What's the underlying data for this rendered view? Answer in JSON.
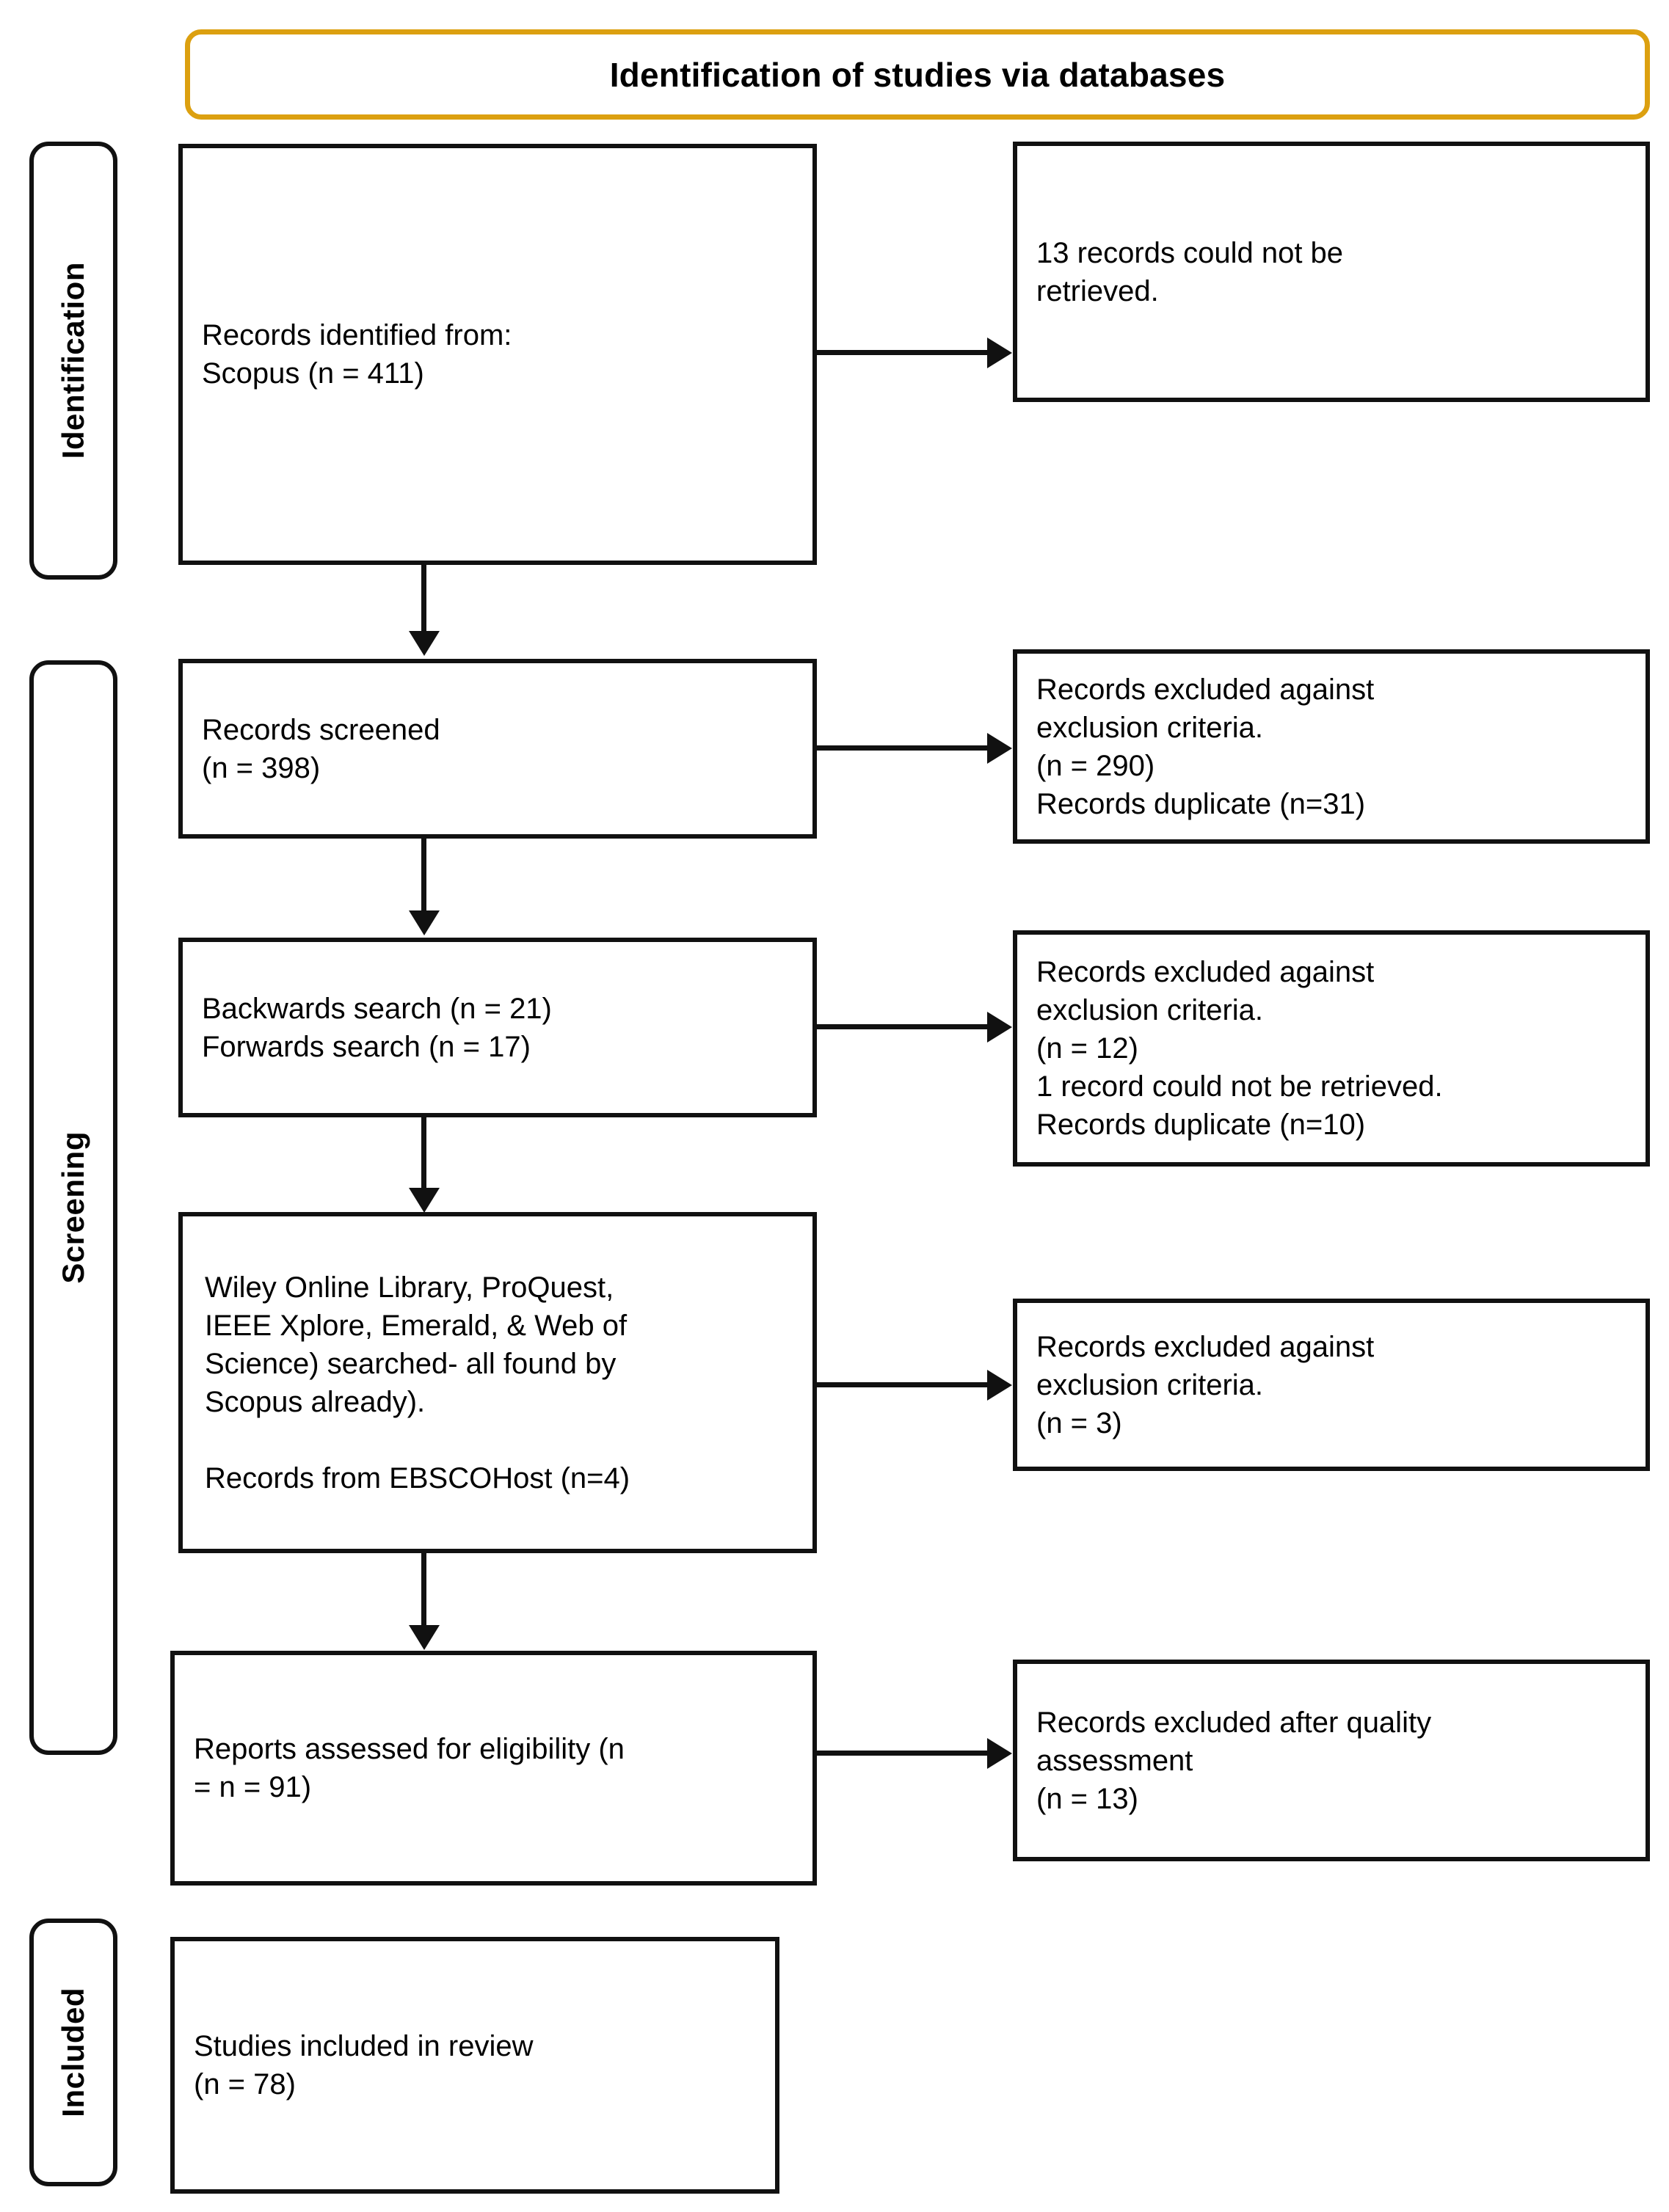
{
  "header": {
    "title": "Identification of studies via databases",
    "accent_color": "#DCA010"
  },
  "phases": [
    {
      "id": "identification",
      "label": "Identification"
    },
    {
      "id": "screening",
      "label": "Screening"
    },
    {
      "id": "included",
      "label": "Included"
    }
  ],
  "boxes": {
    "records_identified": {
      "text": "Records identified from:\n   Scopus (n = 411)"
    },
    "not_retrieved": {
      "text": "13 records could not be\nretrieved."
    },
    "records_screened": {
      "text": "Records screened\n(n = 398)"
    },
    "screened_excluded": {
      "text": "Records excluded against\nexclusion criteria.\n(n = 290)\nRecords duplicate (n=31)"
    },
    "citation_search": {
      "text": "Backwards search (n = 21)\nForwards search (n = 17)"
    },
    "citation_excluded": {
      "text": "Records excluded against\nexclusion criteria.\n(n = 12)\n1 record could not be retrieved.\nRecords duplicate (n=10)"
    },
    "other_databases": {
      "text": "Wiley Online Library, ProQuest,\nIEEE Xplore, Emerald, & Web of\nScience) searched- all found by\nScopus already).\n\nRecords from EBSCOHost (n=4)"
    },
    "other_excluded": {
      "text": "Records excluded against\nexclusion criteria.\n(n = 3)"
    },
    "reports_assessed": {
      "text": "Reports assessed for eligibility (n\n= n = 91)"
    },
    "quality_excluded": {
      "text": "Records excluded after quality\nassessment\n(n = 13)"
    },
    "studies_included": {
      "text": "Studies included in review\n(n = 78)"
    }
  },
  "chart_data": {
    "type": "diagram",
    "title": "Identification of studies via databases",
    "diagram_kind": "PRISMA flow diagram",
    "phases": [
      "Identification",
      "Screening",
      "Included"
    ],
    "nodes": [
      {
        "id": "records_identified",
        "phase": "Identification",
        "label": "Records identified from: Scopus",
        "n": 411
      },
      {
        "id": "not_retrieved",
        "phase": "Identification",
        "label": "records could not be retrieved",
        "n": 13
      },
      {
        "id": "records_screened",
        "phase": "Screening",
        "label": "Records screened",
        "n": 398
      },
      {
        "id": "screened_excluded",
        "phase": "Screening",
        "label": "Records excluded against exclusion criteria",
        "n": 290,
        "duplicates": 31
      },
      {
        "id": "citation_search",
        "phase": "Screening",
        "label": "Backwards / Forwards search",
        "backwards": 21,
        "forwards": 17
      },
      {
        "id": "citation_excluded",
        "phase": "Screening",
        "label": "Records excluded against exclusion criteria",
        "n": 12,
        "not_retrieved": 1,
        "duplicates": 10
      },
      {
        "id": "other_databases",
        "phase": "Screening",
        "label": "Records from EBSCOHost",
        "n": 4
      },
      {
        "id": "other_excluded",
        "phase": "Screening",
        "label": "Records excluded against exclusion criteria",
        "n": 3
      },
      {
        "id": "reports_assessed",
        "phase": "Screening",
        "label": "Reports assessed for eligibility",
        "n": 91
      },
      {
        "id": "quality_excluded",
        "phase": "Screening",
        "label": "Records excluded after quality assessment",
        "n": 13
      },
      {
        "id": "studies_included",
        "phase": "Included",
        "label": "Studies included in review",
        "n": 78
      }
    ],
    "edges": [
      {
        "from": "records_identified",
        "to": "not_retrieved",
        "direction": "right"
      },
      {
        "from": "records_identified",
        "to": "records_screened",
        "direction": "down"
      },
      {
        "from": "records_screened",
        "to": "screened_excluded",
        "direction": "right"
      },
      {
        "from": "records_screened",
        "to": "citation_search",
        "direction": "down"
      },
      {
        "from": "citation_search",
        "to": "citation_excluded",
        "direction": "right"
      },
      {
        "from": "citation_search",
        "to": "other_databases",
        "direction": "down"
      },
      {
        "from": "other_databases",
        "to": "other_excluded",
        "direction": "right"
      },
      {
        "from": "other_databases",
        "to": "reports_assessed",
        "direction": "down"
      },
      {
        "from": "reports_assessed",
        "to": "quality_excluded",
        "direction": "right"
      },
      {
        "from": "reports_assessed",
        "to": "studies_included",
        "direction": "down"
      }
    ]
  }
}
